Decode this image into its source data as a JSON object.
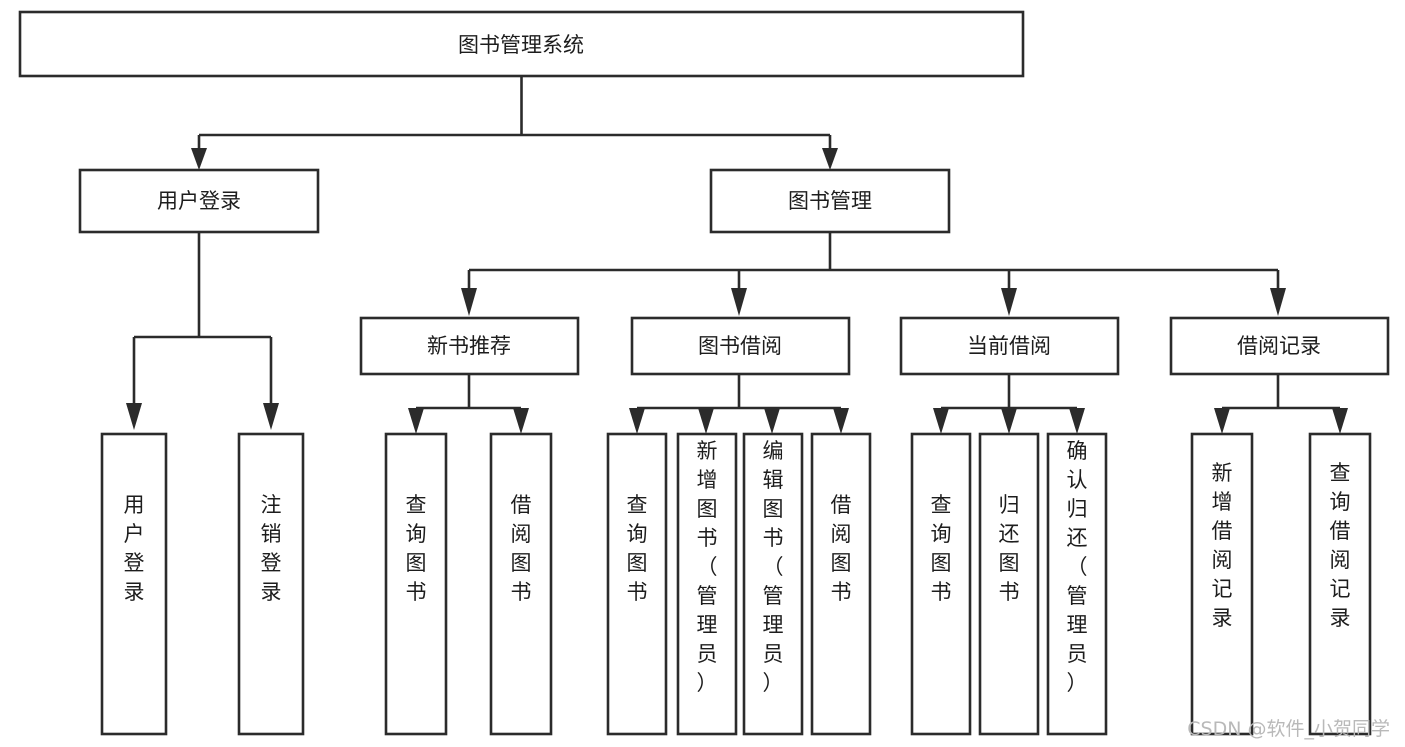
{
  "diagram": {
    "title": "图书管理系统",
    "type": "tree",
    "watermark": "CSDN @软件_小贺同学",
    "nodes": {
      "root": {
        "label": "图书管理系统"
      },
      "level2": [
        {
          "id": "user-login",
          "label": "用户登录"
        },
        {
          "id": "book-manage",
          "label": "图书管理"
        }
      ],
      "level3": [
        {
          "id": "new-book-rec",
          "label": "新书推荐",
          "parent": "book-manage"
        },
        {
          "id": "book-borrow",
          "label": "图书借阅",
          "parent": "book-manage"
        },
        {
          "id": "current-borrow",
          "label": "当前借阅",
          "parent": "book-manage"
        },
        {
          "id": "borrow-record",
          "label": "借阅记录",
          "parent": "book-manage"
        }
      ],
      "leaves": [
        {
          "id": "leaf-user-login",
          "label": "用户登录",
          "parent": "user-login"
        },
        {
          "id": "leaf-user-logout",
          "label": "注销登录",
          "parent": "user-login"
        },
        {
          "id": "leaf-query-book-1",
          "label": "查询图书",
          "parent": "new-book-rec"
        },
        {
          "id": "leaf-borrow-book-1",
          "label": "借阅图书",
          "parent": "new-book-rec"
        },
        {
          "id": "leaf-query-book-2",
          "label": "查询图书",
          "parent": "book-borrow"
        },
        {
          "id": "leaf-add-book",
          "label": "新增图书（管理员）",
          "parent": "book-borrow"
        },
        {
          "id": "leaf-edit-book",
          "label": "编辑图书（管理员）",
          "parent": "book-borrow"
        },
        {
          "id": "leaf-borrow-book-2",
          "label": "借阅图书",
          "parent": "book-borrow"
        },
        {
          "id": "leaf-query-book-3",
          "label": "查询图书",
          "parent": "current-borrow"
        },
        {
          "id": "leaf-return-book",
          "label": "归还图书",
          "parent": "current-borrow"
        },
        {
          "id": "leaf-confirm-return",
          "label": "确认归还（管理员）",
          "parent": "current-borrow"
        },
        {
          "id": "leaf-add-record",
          "label": "新增借阅记录",
          "parent": "borrow-record"
        },
        {
          "id": "leaf-query-record",
          "label": "查询借阅记录",
          "parent": "borrow-record"
        }
      ]
    },
    "colors": {
      "stroke": "#2b2b2b",
      "fill": "#ffffff",
      "text": "#1d1d1d",
      "watermark": "#b9b9b9",
      "background": "#ffffff"
    }
  }
}
